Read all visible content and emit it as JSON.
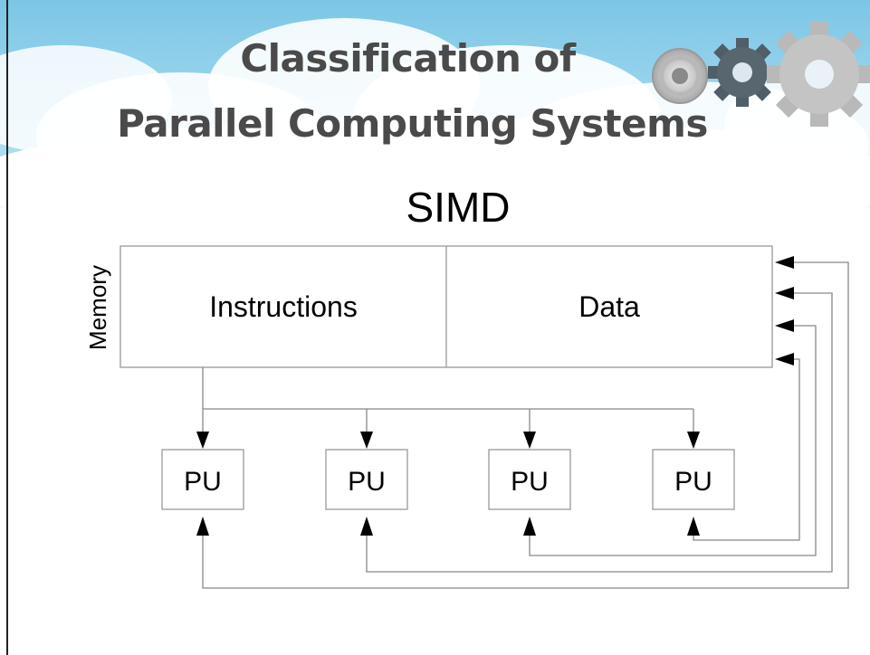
{
  "slide": {
    "title_line1": "Classification of",
    "title_line2": "Parallel Computing Systems"
  },
  "diagram": {
    "heading": "SIMD",
    "memory_label": "Memory",
    "instructions_label": "Instructions",
    "data_label": "Data",
    "pu_labels": [
      "PU",
      "PU",
      "PU",
      "PU"
    ]
  },
  "decor": {
    "gear_icons": [
      "gear-icon-small",
      "gear-icon-medium",
      "gear-icon-large"
    ],
    "sky_color": "#8fd0ea",
    "cloud_color": "#ffffff"
  }
}
